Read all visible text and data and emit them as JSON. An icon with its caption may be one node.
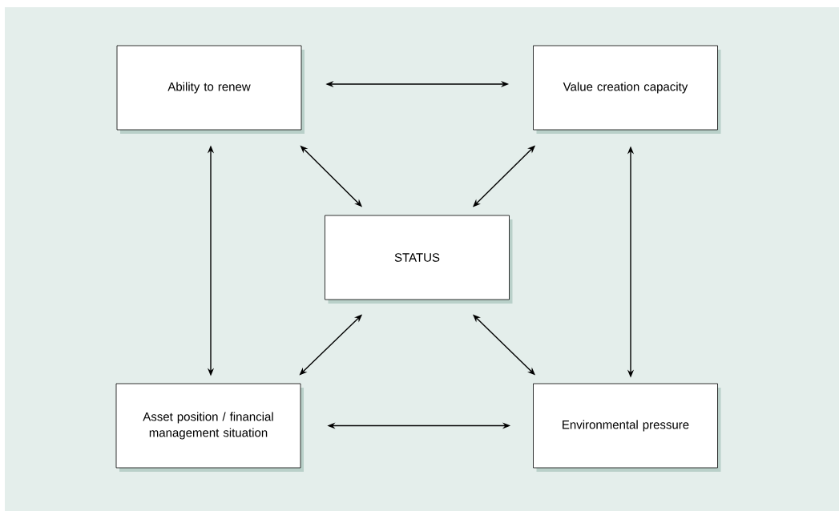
{
  "diagram": {
    "nodes": [
      {
        "text": [
          "Ability to renew"
        ]
      },
      {
        "text": [
          "Value creation capacity"
        ]
      },
      {
        "text": [
          "STATUS"
        ]
      },
      {
        "text": [
          "Asset position / financial management situation"
        ]
      },
      {
        "text": [
          "Environmental pressure"
        ]
      }
    ],
    "edges": [
      {
        "from": 0,
        "to": 1,
        "arrow": "both"
      },
      {
        "from": 0,
        "to": 2,
        "arrow": "both"
      },
      {
        "from": 1,
        "to": 2,
        "arrow": "both"
      },
      {
        "from": 0,
        "to": 3,
        "arrow": "both"
      },
      {
        "from": 1,
        "to": 4,
        "arrow": "both"
      },
      {
        "from": 2,
        "to": 3,
        "arrow": "both"
      },
      {
        "from": 2,
        "to": 4,
        "arrow": "both"
      },
      {
        "from": 3,
        "to": 4,
        "arrow": "both"
      }
    ]
  }
}
